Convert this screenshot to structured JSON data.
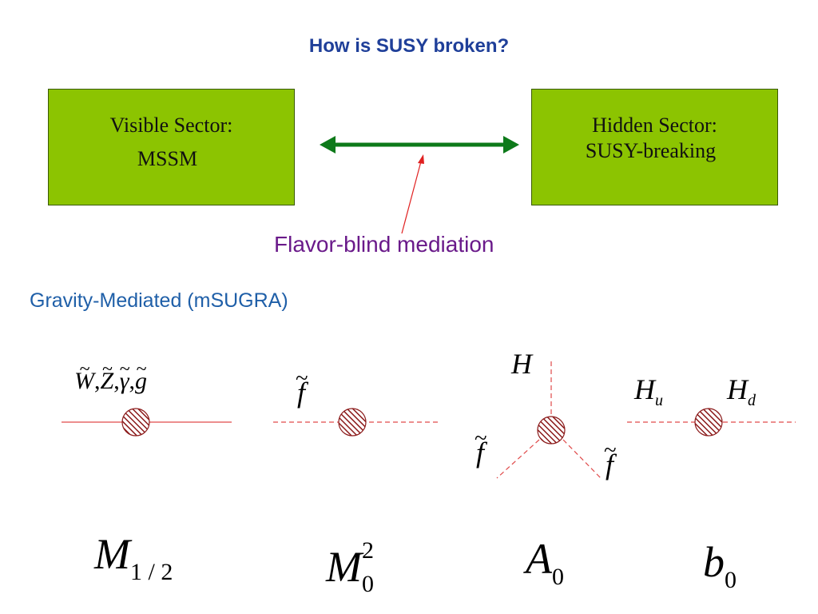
{
  "title": "How is SUSY broken?",
  "visible_sector": {
    "line1": "Visible Sector:",
    "line2": "MSSM"
  },
  "hidden_sector": {
    "line1": "Hidden Sector:",
    "line2": "SUSY-breaking"
  },
  "mediation_label": "Flavor-blind mediation",
  "gravity_label": "Gravity-Mediated (mSUGRA)",
  "colors": {
    "title": "#1f3f99",
    "box_fill": "#8cc401",
    "arrow": "#0d7a1a",
    "pointer": "#e02020",
    "mediation_text": "#6a1a8a",
    "gravity_text": "#1f5fa8",
    "propagator": "#e04a4a",
    "vertex": "#8b1a1a"
  },
  "diagrams": {
    "gaugino": {
      "particles": [
        "W",
        "Z",
        "γ",
        "g"
      ],
      "param": "M",
      "param_sub": "1 / 2"
    },
    "scalar": {
      "particle": "f",
      "param": "M",
      "param_sub": "0",
      "param_sup": "2"
    },
    "trilinear": {
      "top_label": "H",
      "left_label": "f",
      "right_label": "f",
      "param": "A",
      "param_sub": "0"
    },
    "bilinear": {
      "left_label": "H",
      "left_sub": "u",
      "right_label": "H",
      "right_sub": "d",
      "param": "b",
      "param_sub": "0"
    }
  }
}
